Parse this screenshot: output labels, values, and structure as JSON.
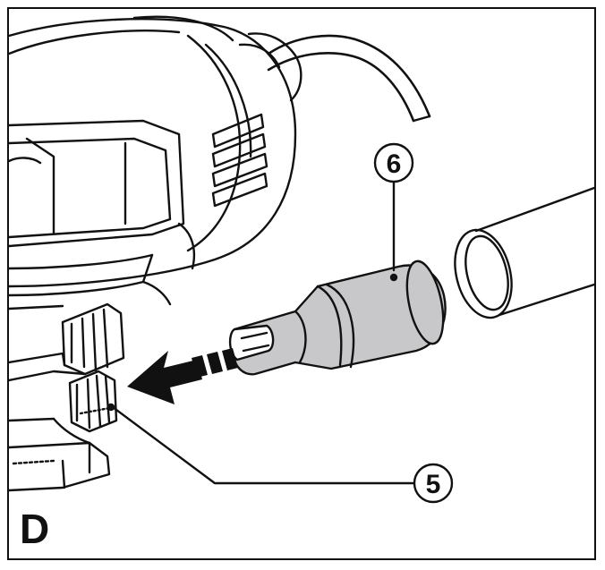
{
  "figure": {
    "label": "D"
  },
  "callouts": [
    {
      "id": "6",
      "text": "6"
    },
    {
      "id": "5",
      "text": "5"
    }
  ],
  "colors": {
    "line": "#111111",
    "adapter_fill": "#c8c8ca",
    "arrow": "#111111",
    "background": "#ffffff"
  },
  "parts": {
    "tool": "jigsaw-body",
    "adapter": "vacuum-adapter",
    "hose": "vacuum-hose",
    "port": "dust-extraction-port"
  }
}
